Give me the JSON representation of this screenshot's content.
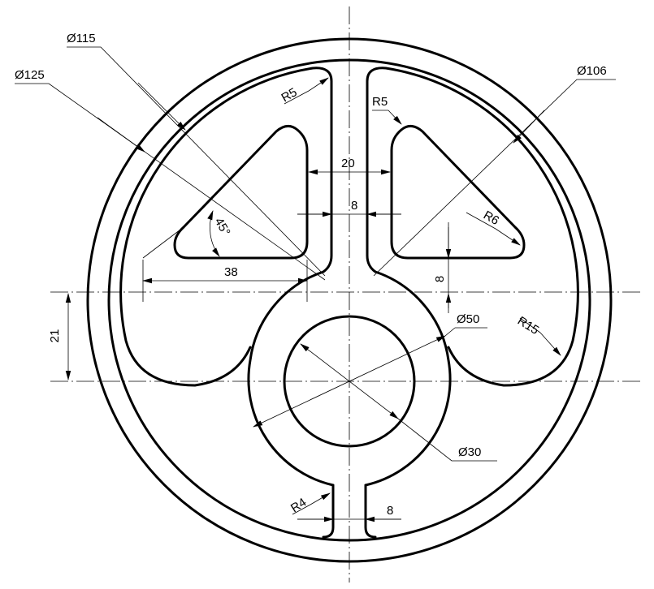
{
  "dimensions": {
    "dia_115": "Ø115",
    "dia_125": "Ø125",
    "dia_106": "Ø106",
    "dia_50": "Ø50",
    "dia_30": "Ø30",
    "r5_left": "R5",
    "r5_right": "R5",
    "r6": "R6",
    "r15": "R15",
    "r4": "R4",
    "angle_45": "45°",
    "len_38": "38",
    "len_20": "20",
    "len_8_spoke": "8",
    "len_8_vertical": "8",
    "len_8_bottom": "8",
    "len_21": "21"
  }
}
